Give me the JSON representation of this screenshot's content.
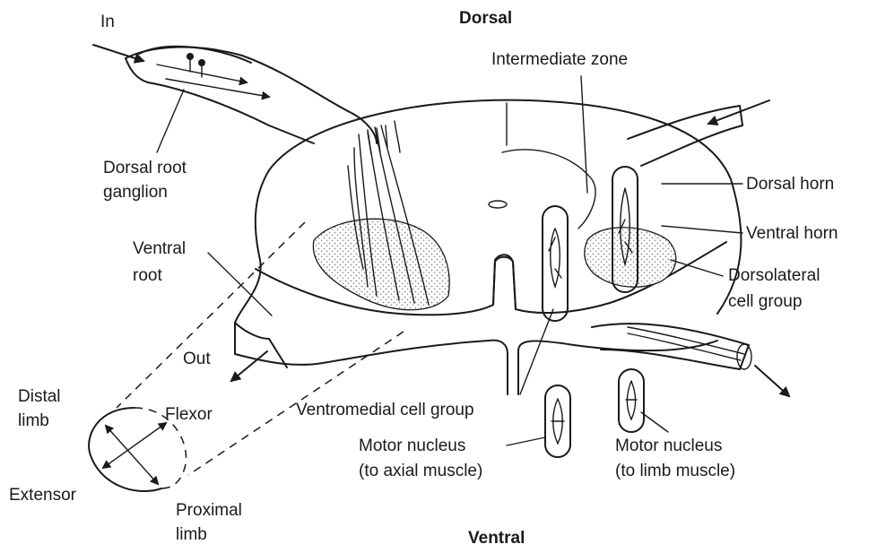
{
  "labels": {
    "in": "In",
    "dorsal": "Dorsal",
    "intermediate_zone": "Intermediate zone",
    "dorsal_root_ganglion_1": "Dorsal root",
    "dorsal_root_ganglion_2": "ganglion",
    "dorsal_horn": "Dorsal horn",
    "ventral_horn": "Ventral horn",
    "dorsolateral_1": "Dorsolateral",
    "dorsolateral_2": "cell group",
    "ventral_root_1": "Ventral",
    "ventral_root_2": "root",
    "out": "Out",
    "distal_limb_1": "Distal",
    "distal_limb_2": "limb",
    "flexor": "Flexor",
    "extensor": "Extensor",
    "proximal_limb_1": "Proximal",
    "proximal_limb_2": "limb",
    "ventromedial": "Ventromedial cell group",
    "motor_axial_1": "Motor nucleus",
    "motor_axial_2": "(to axial muscle)",
    "motor_limb_1": "Motor nucleus",
    "motor_limb_2": "(to limb muscle)",
    "ventral": "Ventral"
  },
  "colors": {
    "ink": "#1a1a1a",
    "paper": "#ffffff",
    "stipple": "#9a9a9a"
  }
}
